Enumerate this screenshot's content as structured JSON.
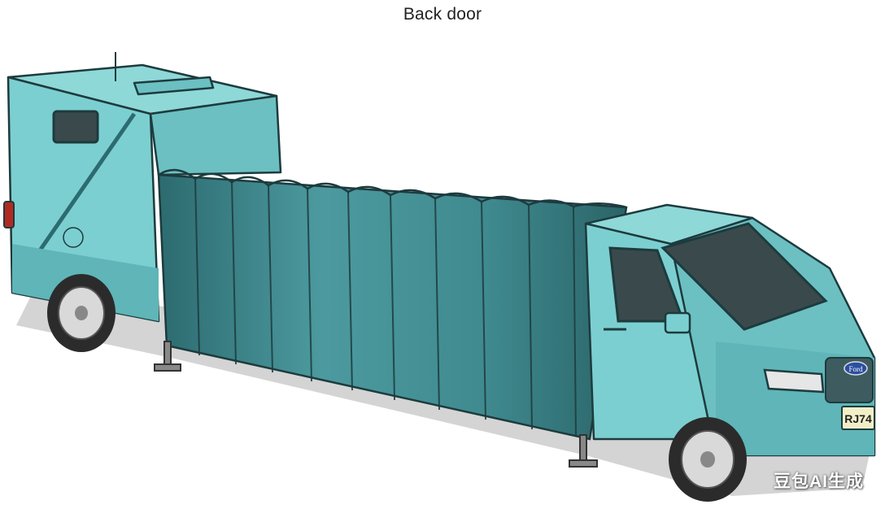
{
  "caption": {
    "text": "Back door"
  },
  "truck": {
    "plate_text": "RJ74",
    "emblem_text": "Ford"
  },
  "watermark": {
    "text": "豆包AI生成"
  },
  "colors": {
    "body": "#7ccfd0",
    "body_shade": "#5fb5b8",
    "bellows": "#3f8a8f",
    "bellows_dark": "#2c6b70",
    "outline": "#1d3b3e",
    "shadow": "#cfcfcf"
  }
}
